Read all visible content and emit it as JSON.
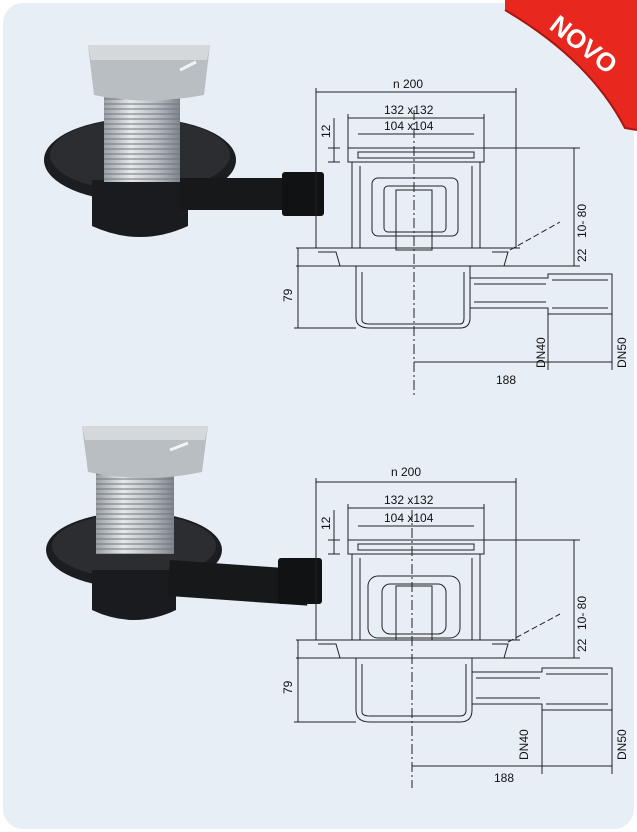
{
  "badge": {
    "label": "NOVO",
    "color": "#e8281f"
  },
  "drawings": [
    {
      "dims": {
        "outer": "n 200",
        "grate_outer": "132 x132",
        "grate_inner": "104 x104",
        "grate_height": "12",
        "adjust": "10-  80",
        "flange": "22",
        "body_height": "79",
        "outlet_small": "DN40",
        "outlet_large": "DN50",
        "offset": "188"
      }
    },
    {
      "dims": {
        "outer": "n 200",
        "grate_outer": "132 x132",
        "grate_inner": "104 x104",
        "grate_height": "12",
        "adjust": "10-  80",
        "flange": "22",
        "body_height": "79",
        "outlet_small": "DN40",
        "outlet_large": "DN50",
        "offset": "188"
      }
    }
  ]
}
